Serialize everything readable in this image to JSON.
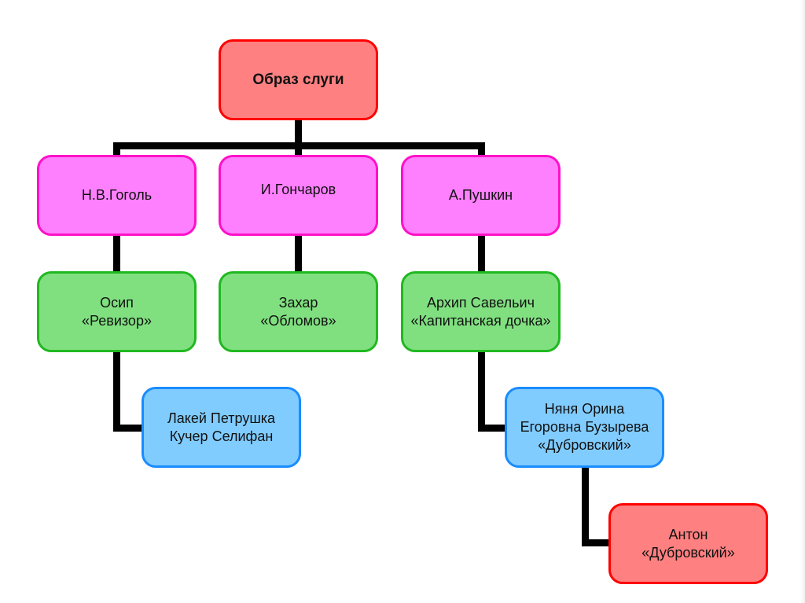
{
  "diagram": {
    "type": "hierarchy",
    "colors": {
      "root_fill": "#ff8080",
      "root_border": "#ff0000",
      "author_fill": "#ff80ff",
      "author_border": "#ff10c8",
      "work_fill": "#80e080",
      "work_border": "#20b820",
      "secondary_fill": "#80ccff",
      "secondary_border": "#1a8cff",
      "connector": "#000000"
    },
    "root": {
      "lines": [
        "Образ слуги"
      ]
    },
    "authors": [
      {
        "lines": [
          "Н.В.Гоголь"
        ]
      },
      {
        "lines": [
          "И.Гончаров"
        ]
      },
      {
        "lines": [
          "А.Пушкин"
        ]
      }
    ],
    "works": [
      {
        "lines": [
          "Осип",
          "«Ревизор»"
        ]
      },
      {
        "lines": [
          "Захар",
          "«Обломов»"
        ]
      },
      {
        "lines": [
          "Архип Савельич",
          "«Капитанская дочка»"
        ]
      }
    ],
    "secondary": [
      {
        "lines": [
          "Лакей Петрушка",
          "Кучер Селифан"
        ]
      },
      {
        "lines": [
          "Няня Орина",
          "Егоровна Бузырева",
          "«Дубровский»"
        ]
      }
    ],
    "tertiary": [
      {
        "lines": [
          "Антон",
          "«Дубровский»"
        ]
      }
    ],
    "edges": [
      [
        "Образ слуги",
        "Н.В.Гоголь"
      ],
      [
        "Образ слуги",
        "И.Гончаров"
      ],
      [
        "Образ слуги",
        "А.Пушкин"
      ],
      [
        "Н.В.Гоголь",
        "Осип «Ревизор»"
      ],
      [
        "И.Гончаров",
        "Захар «Обломов»"
      ],
      [
        "А.Пушкин",
        "Архип Савельич «Капитанская дочка»"
      ],
      [
        "Осип «Ревизор»",
        "Лакей Петрушка Кучер Селифан"
      ],
      [
        "Архип Савельич «Капитанская дочка»",
        "Няня Орина Егоровна Бузырева «Дубровский»"
      ],
      [
        "Няня Орина Егоровна Бузырева «Дубровский»",
        "Антон «Дубровский»"
      ]
    ]
  }
}
